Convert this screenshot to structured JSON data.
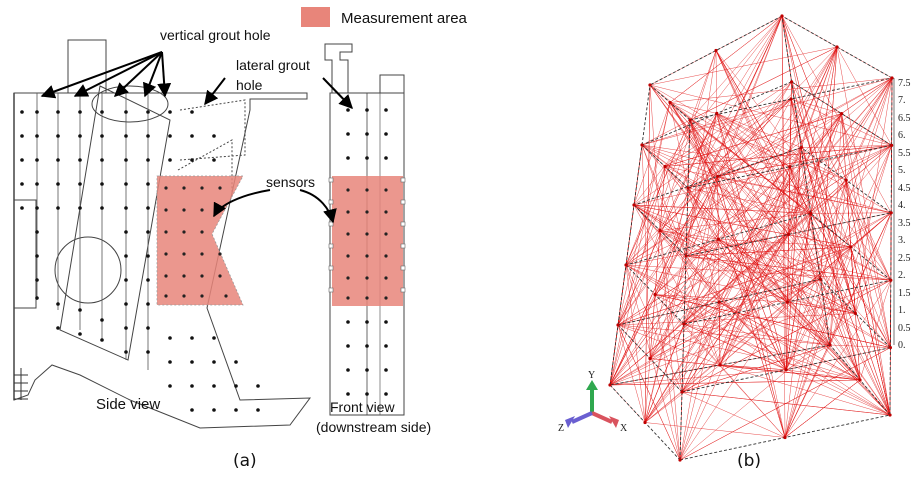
{
  "legend": {
    "label": "Measurement area",
    "color": "#e8857a"
  },
  "panel_a": {
    "labels": {
      "vertical_grout_hole": "vertical grout hole",
      "lateral_grout": "lateral  grout",
      "hole": "hole",
      "sensors": "sensors",
      "side_view": "Side view",
      "front_view": "Front view",
      "downstream": "(downstream side)"
    },
    "caption": "(a)"
  },
  "panel_b": {
    "ticks": [
      "7.5",
      "7.",
      "6.5",
      "6.",
      "5.5",
      "5.",
      "4.5",
      "4.",
      "3.5",
      "3.",
      "2.5",
      "2.",
      "1.5",
      "1.",
      "0.5",
      "0."
    ],
    "axes": {
      "y": "Y",
      "z": "Z",
      "x": "X"
    },
    "ray_color": "#e01010",
    "caption": "(b)"
  }
}
